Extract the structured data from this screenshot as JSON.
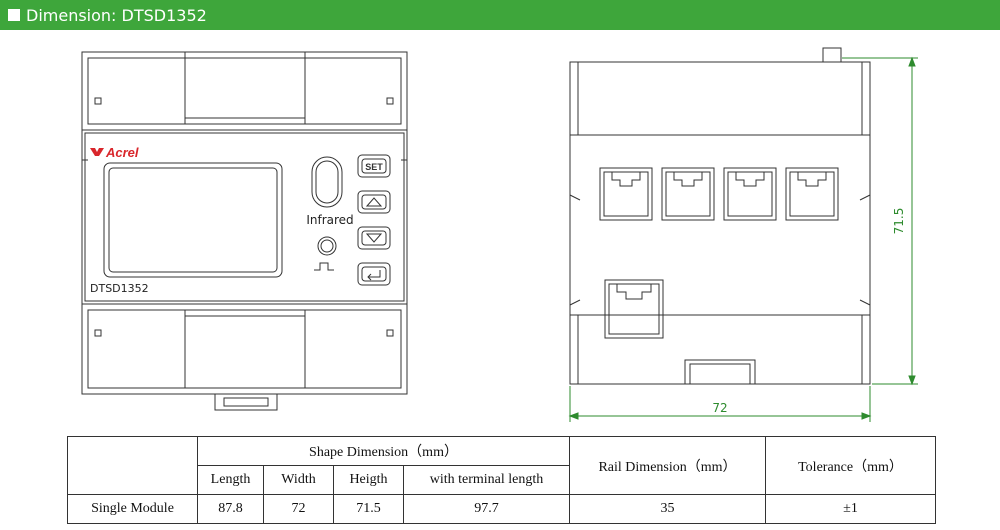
{
  "header": {
    "title": "Dimension: DTSD1352",
    "bg_color": "#3ea63b"
  },
  "front_view": {
    "brand": "Acrel",
    "brand_color": "#d9262b",
    "model": "DTSD1352",
    "infrared_label": "Infrared",
    "buttons": {
      "set_label": "SET",
      "up_icon": "triangle-up-icon",
      "down_icon": "triangle-down-icon",
      "enter_icon": "enter-arrow-icon"
    }
  },
  "side_view": {
    "width_dimension": "72",
    "height_dimension": "71.5",
    "dimension_color": "#2e8b2e"
  },
  "table": {
    "header_shape": "Shape Dimension（mm）",
    "header_rail": "Rail Dimension（mm）",
    "header_tolerance": "Tolerance（mm）",
    "sub_length": "Length",
    "sub_width": "Width",
    "sub_height": "Heigth",
    "sub_terminal": "with terminal length",
    "row_label": "Single Module",
    "row_length": "87.8",
    "row_width": "72",
    "row_height": "71.5",
    "row_terminal": "97.7",
    "row_rail": "35",
    "row_tolerance": "±1"
  }
}
